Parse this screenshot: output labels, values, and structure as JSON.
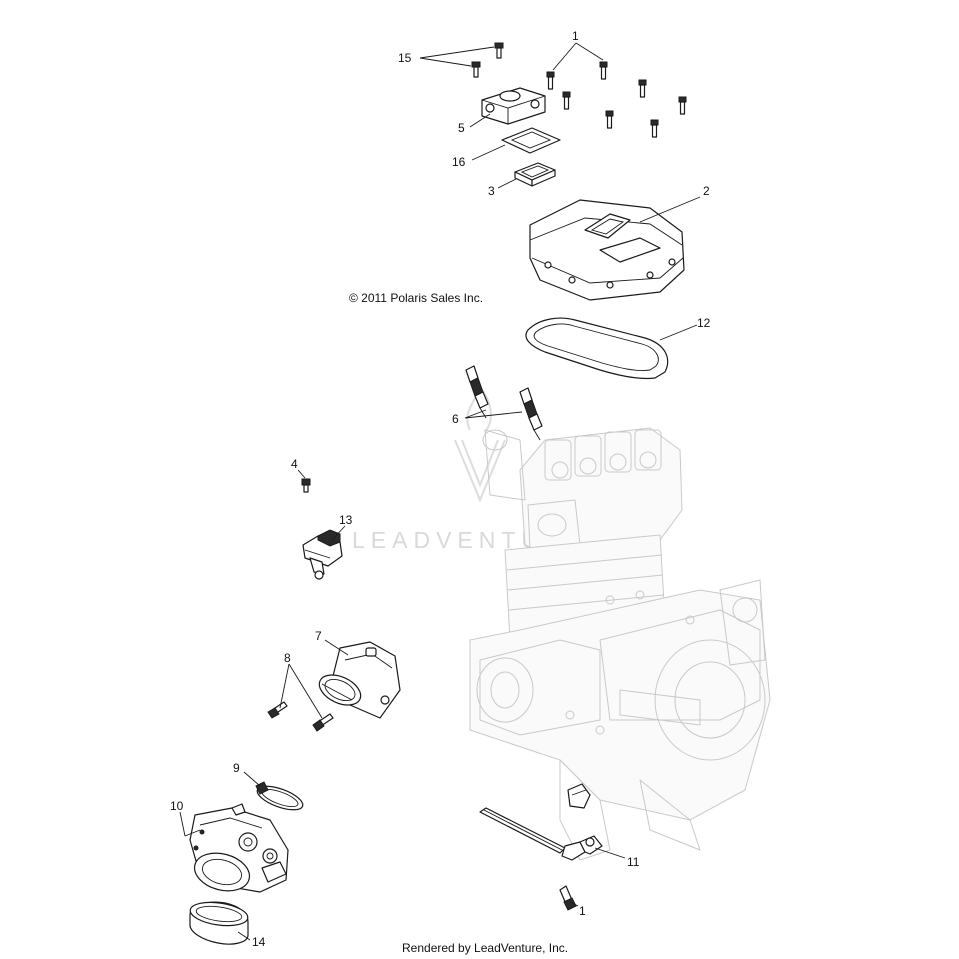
{
  "copyright": "© 2011 Polaris Sales Inc.",
  "rendered_by": "Rendered by LeadVenture, Inc.",
  "watermark": "LEADVENTURE",
  "callouts": {
    "c1a": "1",
    "c1b": "1",
    "c2": "2",
    "c3": "3",
    "c4": "4",
    "c5": "5",
    "c6": "6",
    "c7": "7",
    "c8": "8",
    "c9": "9",
    "c10": "10",
    "c11": "11",
    "c12": "12",
    "c13": "13",
    "c14": "14",
    "c15": "15",
    "c16": "16"
  }
}
